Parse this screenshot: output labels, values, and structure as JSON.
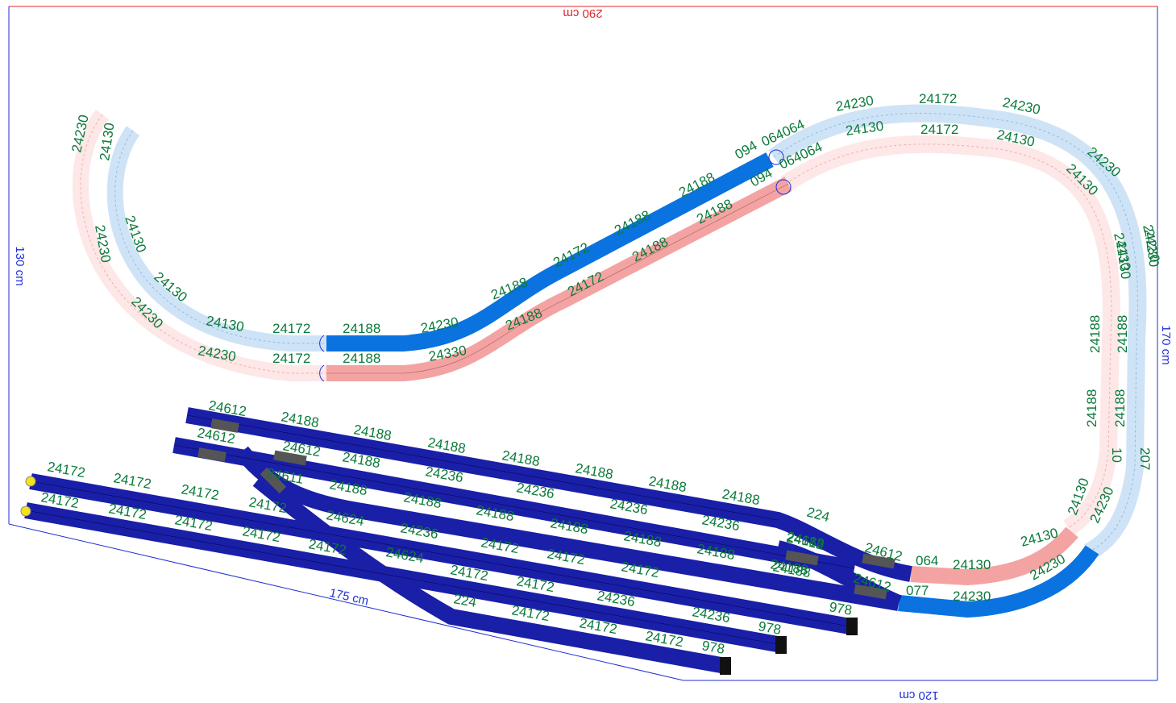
{
  "colors": {
    "red_line": "#e0242a",
    "blue_line": "#1f2fd6",
    "label_green": "#0b7a3a",
    "ghost_pink": "#fde7e7",
    "ghost_blue": "#cfe3f6",
    "light_blue": "#0a73e0",
    "salmon": "#f4a3a3",
    "dark_navy": "#1a1fa8"
  },
  "dimensions": {
    "top": "290 cm",
    "left": "130 cm",
    "right": "170 cm",
    "bottom_left": "175 cm",
    "bottom_right": "120 cm"
  },
  "labels": {
    "ghost_left": [
      "24230",
      "24130",
      "24230",
      "24130",
      "24130",
      "24230",
      "24130",
      "24230",
      "24172",
      "24172"
    ],
    "ghost_top": [
      "24230",
      "24172",
      "24230",
      "24130",
      "24172",
      "24130",
      "24230",
      "24130",
      "24230",
      "24130",
      "094",
      "064064",
      "094",
      "064064"
    ],
    "ghost_right": [
      "24130",
      "24230",
      "24188",
      "24188",
      "24188",
      "24188",
      "10",
      "207",
      "24130",
      "24230",
      "24130",
      "24230"
    ],
    "upper_blue": [
      "24188",
      "24230",
      "24188",
      "24172",
      "24188",
      "24188"
    ],
    "upper_salmon": [
      "24188",
      "24330",
      "24188",
      "24172",
      "24188",
      "24188"
    ],
    "yard_row1": [
      "24612",
      "24188",
      "24188",
      "24188",
      "24188",
      "24188",
      "24188",
      "24188",
      "224"
    ],
    "yard_row2": [
      "24612",
      "24612",
      "24188",
      "24236",
      "24236",
      "24236",
      "24236"
    ],
    "yard_row3": [
      "24611",
      "24188",
      "24188",
      "24188",
      "24188",
      "24188",
      "24188"
    ],
    "yard_row4": [
      "24172",
      "24172",
      "24172",
      "24172",
      "24624",
      "24236",
      "24172",
      "24172",
      "24172",
      "24188",
      "24188"
    ],
    "yard_row5": [
      "24172",
      "24172",
      "24172",
      "24172",
      "24172",
      "24624",
      "24172",
      "24172",
      "24236",
      "24236"
    ],
    "yard_row6": [
      "224",
      "24172",
      "24172",
      "24172",
      "978",
      "978",
      "978"
    ],
    "yard_right": [
      "24612",
      "24612",
      "24188",
      "24612",
      "064",
      "24130",
      "077",
      "24230"
    ]
  }
}
